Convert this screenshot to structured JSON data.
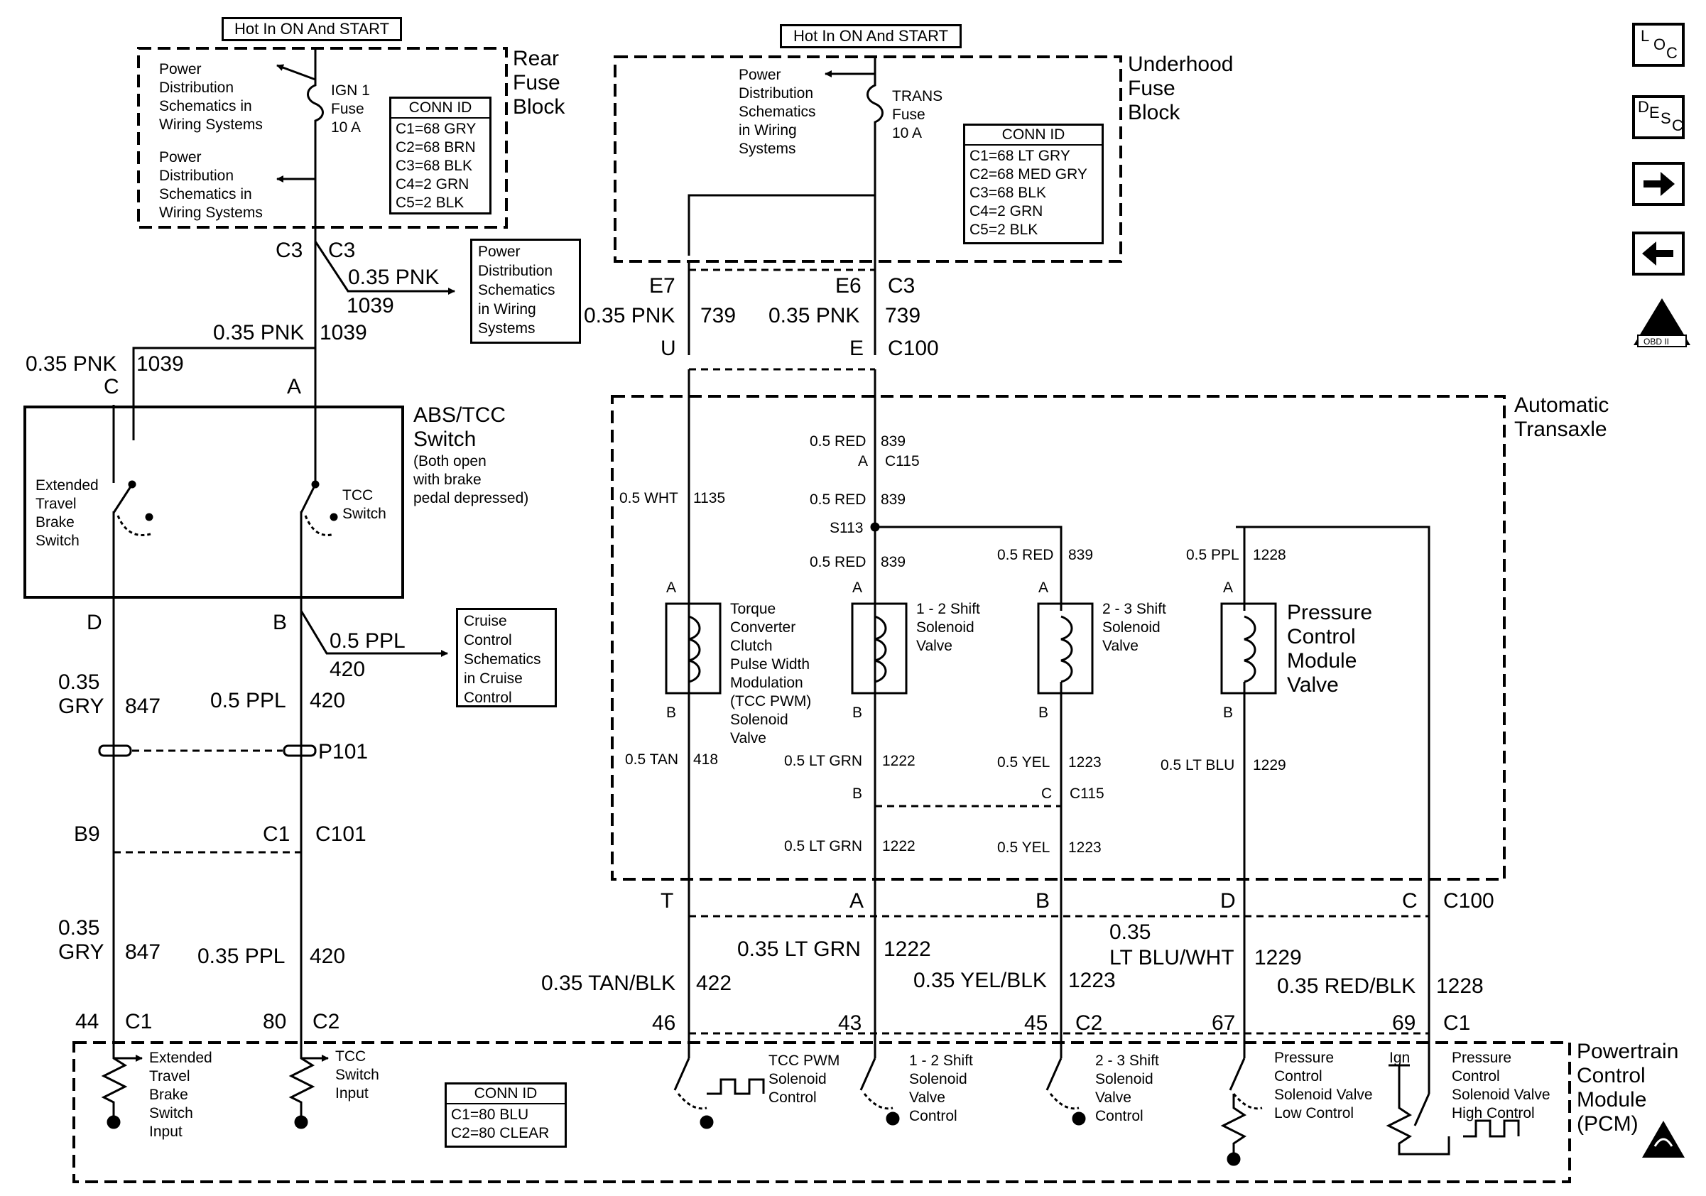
{
  "hot_labels": [
    "Hot In ON And START",
    "Hot In ON And START"
  ],
  "blocks": {
    "rear_fuse": [
      "Rear",
      "Fuse",
      "Block"
    ],
    "underhood_fuse": [
      "Underhood",
      "Fuse",
      "Block"
    ],
    "transaxle": [
      "Automatic",
      "Transaxle"
    ],
    "pcm": [
      "Powertrain",
      "Control",
      "Module",
      "(PCM)"
    ],
    "abs_switch": [
      "ABS/TCC",
      "Switch",
      "(Both open",
      "with brake",
      "pedal depressed)"
    ]
  },
  "rear_fuse": {
    "pd1": [
      "Power",
      "Distribution",
      "Schematics in",
      "Wiring Systems"
    ],
    "pd2": [
      "Power",
      "Distribution",
      "Schematics in",
      "Wiring Systems"
    ],
    "fuse": [
      "IGN 1",
      "Fuse",
      "10 A"
    ],
    "conn": {
      "title": "CONN ID",
      "rows": [
        "C1=68 GRY",
        "C2=68 BRN",
        "C3=68 BLK",
        "C4=2 GRN",
        "C5=2 BLK"
      ]
    }
  },
  "underhood": {
    "pd": [
      "Power",
      "Distribution",
      "Schematics",
      "in Wiring",
      "Systems"
    ],
    "fuse": [
      "TRANS",
      "Fuse",
      "10 A"
    ],
    "conn": {
      "title": "CONN ID",
      "rows": [
        "C1=68 LT GRY",
        "C2=68 MED GRY",
        "C3=68 BLK",
        "C4=2 GRN",
        "C5=2 BLK"
      ]
    }
  },
  "pd_ref": [
    "Power",
    "Distribution",
    "Schematics",
    "in Wiring",
    "Systems"
  ],
  "cruise_ref": [
    "Cruise",
    "Control",
    "Schematics",
    "in Cruise",
    "Control"
  ],
  "switch_labels": {
    "ext": [
      "Extended",
      "Travel",
      "Brake",
      "Switch"
    ],
    "tcc": [
      "TCC",
      "Switch"
    ]
  },
  "solenoids": {
    "tcc": [
      "Torque",
      "Converter",
      "Clutch",
      "Pulse Width",
      "Modulation",
      "(TCC PWM)",
      "Solenoid",
      "Valve"
    ],
    "s12": [
      "1 - 2 Shift",
      "Solenoid",
      "Valve"
    ],
    "s23": [
      "2 - 3 Shift",
      "Solenoid",
      "Valve"
    ],
    "pcv": [
      "Pressure",
      "Control",
      "Module",
      "Valve"
    ]
  },
  "pcm_inputs": {
    "ext": [
      "Extended",
      "Travel",
      "Brake",
      "Switch",
      "Input"
    ],
    "tcc": [
      "TCC",
      "Switch",
      "Input"
    ],
    "pwm": [
      "TCC PWM",
      "Solenoid",
      "Control"
    ],
    "s12": [
      "1 - 2 Shift",
      "Solenoid",
      "Valve",
      "Control"
    ],
    "s23": [
      "2 - 3 Shift",
      "Solenoid",
      "Valve",
      "Control"
    ],
    "pcl": [
      "Pressure",
      "Control",
      "Solenoid Valve",
      "Low Control"
    ],
    "ign": "Ign",
    "pch": [
      "Pressure",
      "Control",
      "Solenoid Valve",
      "High Control"
    ],
    "conn": {
      "title": "CONN ID",
      "rows": [
        "C1=80 BLU",
        "C2=80 CLEAR"
      ]
    }
  },
  "wire_labels": [
    {
      "id": "w1",
      "t": "C3"
    },
    {
      "id": "w2",
      "t": "C3"
    },
    {
      "id": "w3",
      "t": "0.35 PNK"
    },
    {
      "id": "w4",
      "t": "1039"
    },
    {
      "id": "w5",
      "t": "0.35 PNK"
    },
    {
      "id": "w6",
      "t": "1039"
    },
    {
      "id": "w7",
      "t": "0.35 PNK"
    },
    {
      "id": "w8",
      "t": "1039"
    },
    {
      "id": "w9",
      "t": "C"
    },
    {
      "id": "w10",
      "t": "A"
    },
    {
      "id": "w11",
      "t": "D"
    },
    {
      "id": "w12",
      "t": "B"
    },
    {
      "id": "w13",
      "t": "0.5 PPL"
    },
    {
      "id": "w14",
      "t": "420"
    },
    {
      "id": "w15",
      "t": "0.35"
    },
    {
      "id": "w16",
      "t": "GRY"
    },
    {
      "id": "w17",
      "t": "847"
    },
    {
      "id": "w18",
      "t": "0.5 PPL"
    },
    {
      "id": "w19",
      "t": "420"
    },
    {
      "id": "w20",
      "t": "P101"
    },
    {
      "id": "w21",
      "t": "B9"
    },
    {
      "id": "w22",
      "t": "C1"
    },
    {
      "id": "w23",
      "t": "C101"
    },
    {
      "id": "w24",
      "t": "0.35"
    },
    {
      "id": "w25",
      "t": "GRY"
    },
    {
      "id": "w26",
      "t": "847"
    },
    {
      "id": "w27",
      "t": "0.35 PPL"
    },
    {
      "id": "w28",
      "t": "420"
    },
    {
      "id": "w29",
      "t": "44"
    },
    {
      "id": "w30",
      "t": "C1"
    },
    {
      "id": "w31",
      "t": "80"
    },
    {
      "id": "w32",
      "t": "C2"
    },
    {
      "id": "u1",
      "t": "E7"
    },
    {
      "id": "u2",
      "t": "E6"
    },
    {
      "id": "u3",
      "t": "C3"
    },
    {
      "id": "u4",
      "t": "0.35 PNK"
    },
    {
      "id": "u5",
      "t": "739"
    },
    {
      "id": "u6",
      "t": "0.35 PNK"
    },
    {
      "id": "u7",
      "t": "739"
    },
    {
      "id": "u8",
      "t": "U"
    },
    {
      "id": "u9",
      "t": "E"
    },
    {
      "id": "u10",
      "t": "C100"
    },
    {
      "id": "t1",
      "t": "0.5 RED"
    },
    {
      "id": "t2",
      "t": "839"
    },
    {
      "id": "t3",
      "t": "A"
    },
    {
      "id": "t4",
      "t": "C115"
    },
    {
      "id": "t5",
      "t": "0.5 WHT"
    },
    {
      "id": "t6",
      "t": "1135"
    },
    {
      "id": "t7",
      "t": "0.5 RED"
    },
    {
      "id": "t8",
      "t": "839"
    },
    {
      "id": "t9",
      "t": "S113"
    },
    {
      "id": "t10",
      "t": "0.5 RED"
    },
    {
      "id": "t11",
      "t": "839"
    },
    {
      "id": "t12",
      "t": "0.5 RED"
    },
    {
      "id": "t13",
      "t": "839"
    },
    {
      "id": "t14",
      "t": "0.5 PPL"
    },
    {
      "id": "t15",
      "t": "1228"
    },
    {
      "id": "t16",
      "t": "A"
    },
    {
      "id": "t17",
      "t": "A"
    },
    {
      "id": "t18",
      "t": "A"
    },
    {
      "id": "t19",
      "t": "A"
    },
    {
      "id": "t20",
      "t": "B"
    },
    {
      "id": "t21",
      "t": "B"
    },
    {
      "id": "t22",
      "t": "B"
    },
    {
      "id": "t23",
      "t": "B"
    },
    {
      "id": "t24",
      "t": "0.5 TAN"
    },
    {
      "id": "t25",
      "t": "418"
    },
    {
      "id": "t26",
      "t": "0.5 LT GRN"
    },
    {
      "id": "t27",
      "t": "1222"
    },
    {
      "id": "t28",
      "t": "0.5 YEL"
    },
    {
      "id": "t29",
      "t": "1223"
    },
    {
      "id": "t30",
      "t": "0.5 LT BLU"
    },
    {
      "id": "t31",
      "t": "1229"
    },
    {
      "id": "t32",
      "t": "B"
    },
    {
      "id": "t33",
      "t": "C"
    },
    {
      "id": "t34",
      "t": "C115"
    },
    {
      "id": "t35",
      "t": "0.5 LT GRN"
    },
    {
      "id": "t36",
      "t": "1222"
    },
    {
      "id": "t37",
      "t": "0.5 YEL"
    },
    {
      "id": "t38",
      "t": "1223"
    },
    {
      "id": "b1",
      "t": "T"
    },
    {
      "id": "b2",
      "t": "A"
    },
    {
      "id": "b3",
      "t": "B"
    },
    {
      "id": "b4",
      "t": "D"
    },
    {
      "id": "b5",
      "t": "C"
    },
    {
      "id": "b6",
      "t": "C100"
    },
    {
      "id": "b7",
      "t": "0.35 LT GRN"
    },
    {
      "id": "b8",
      "t": "1222"
    },
    {
      "id": "b9",
      "t": "0.35"
    },
    {
      "id": "b10",
      "t": "LT BLU/WHT"
    },
    {
      "id": "b11",
      "t": "1229"
    },
    {
      "id": "b12",
      "t": "0.35 TAN/BLK"
    },
    {
      "id": "b13",
      "t": "422"
    },
    {
      "id": "b14",
      "t": "0.35 YEL/BLK"
    },
    {
      "id": "b15",
      "t": "1223"
    },
    {
      "id": "b16",
      "t": "0.35 RED/BLK"
    },
    {
      "id": "b17",
      "t": "1228"
    },
    {
      "id": "b18",
      "t": "46"
    },
    {
      "id": "b19",
      "t": "43"
    },
    {
      "id": "b20",
      "t": "45"
    },
    {
      "id": "b21",
      "t": "C2"
    },
    {
      "id": "b22",
      "t": "67"
    },
    {
      "id": "b23",
      "t": "69"
    },
    {
      "id": "b24",
      "t": "C1"
    }
  ],
  "nav": {
    "loc": [
      "L",
      "O",
      "C"
    ],
    "desc": [
      "D",
      "E",
      "S",
      "C"
    ],
    "obd": [
      "II",
      "OBD II"
    ]
  }
}
